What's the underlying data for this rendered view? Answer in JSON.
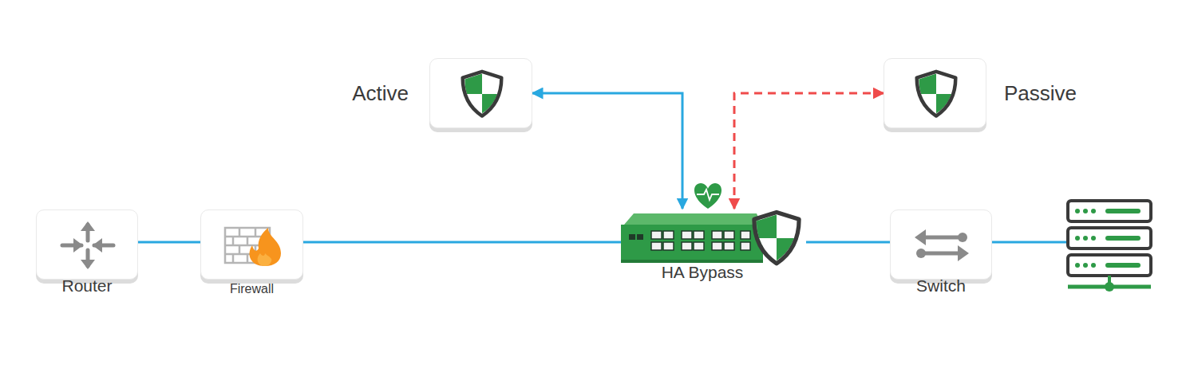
{
  "diagram": {
    "nodes": [
      {
        "text": [
          "Active"
        ]
      },
      {
        "text": [
          "Passive"
        ]
      },
      {
        "text": [
          "Router"
        ]
      },
      {
        "text": [
          "Firewall"
        ]
      },
      {
        "text": [
          "HA Bypass"
        ]
      },
      {
        "text": [
          "Switch"
        ]
      }
    ],
    "edges": [
      {
        "from": 2,
        "to": 3,
        "arrow": "none"
      },
      {
        "from": 3,
        "to": 4,
        "arrow": "none"
      },
      {
        "from": 4,
        "to": 0,
        "arrow": "both"
      },
      {
        "from": 4,
        "to": 1,
        "arrow": "both"
      },
      {
        "from": 4,
        "to": 5,
        "arrow": "none"
      }
    ]
  }
}
